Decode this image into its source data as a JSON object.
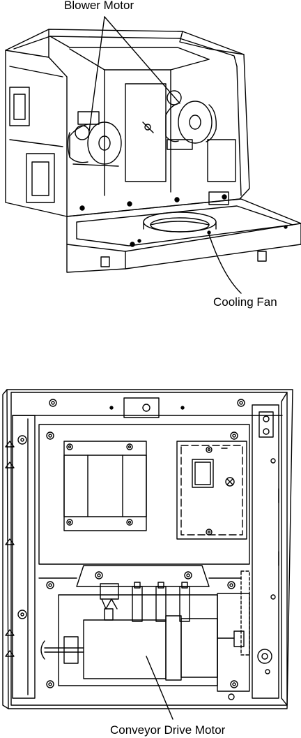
{
  "labels": {
    "blower_motor": "Blower Motor",
    "cooling_fan": "Cooling Fan",
    "conveyor_drive_motor": "Conveyor Drive Motor"
  }
}
